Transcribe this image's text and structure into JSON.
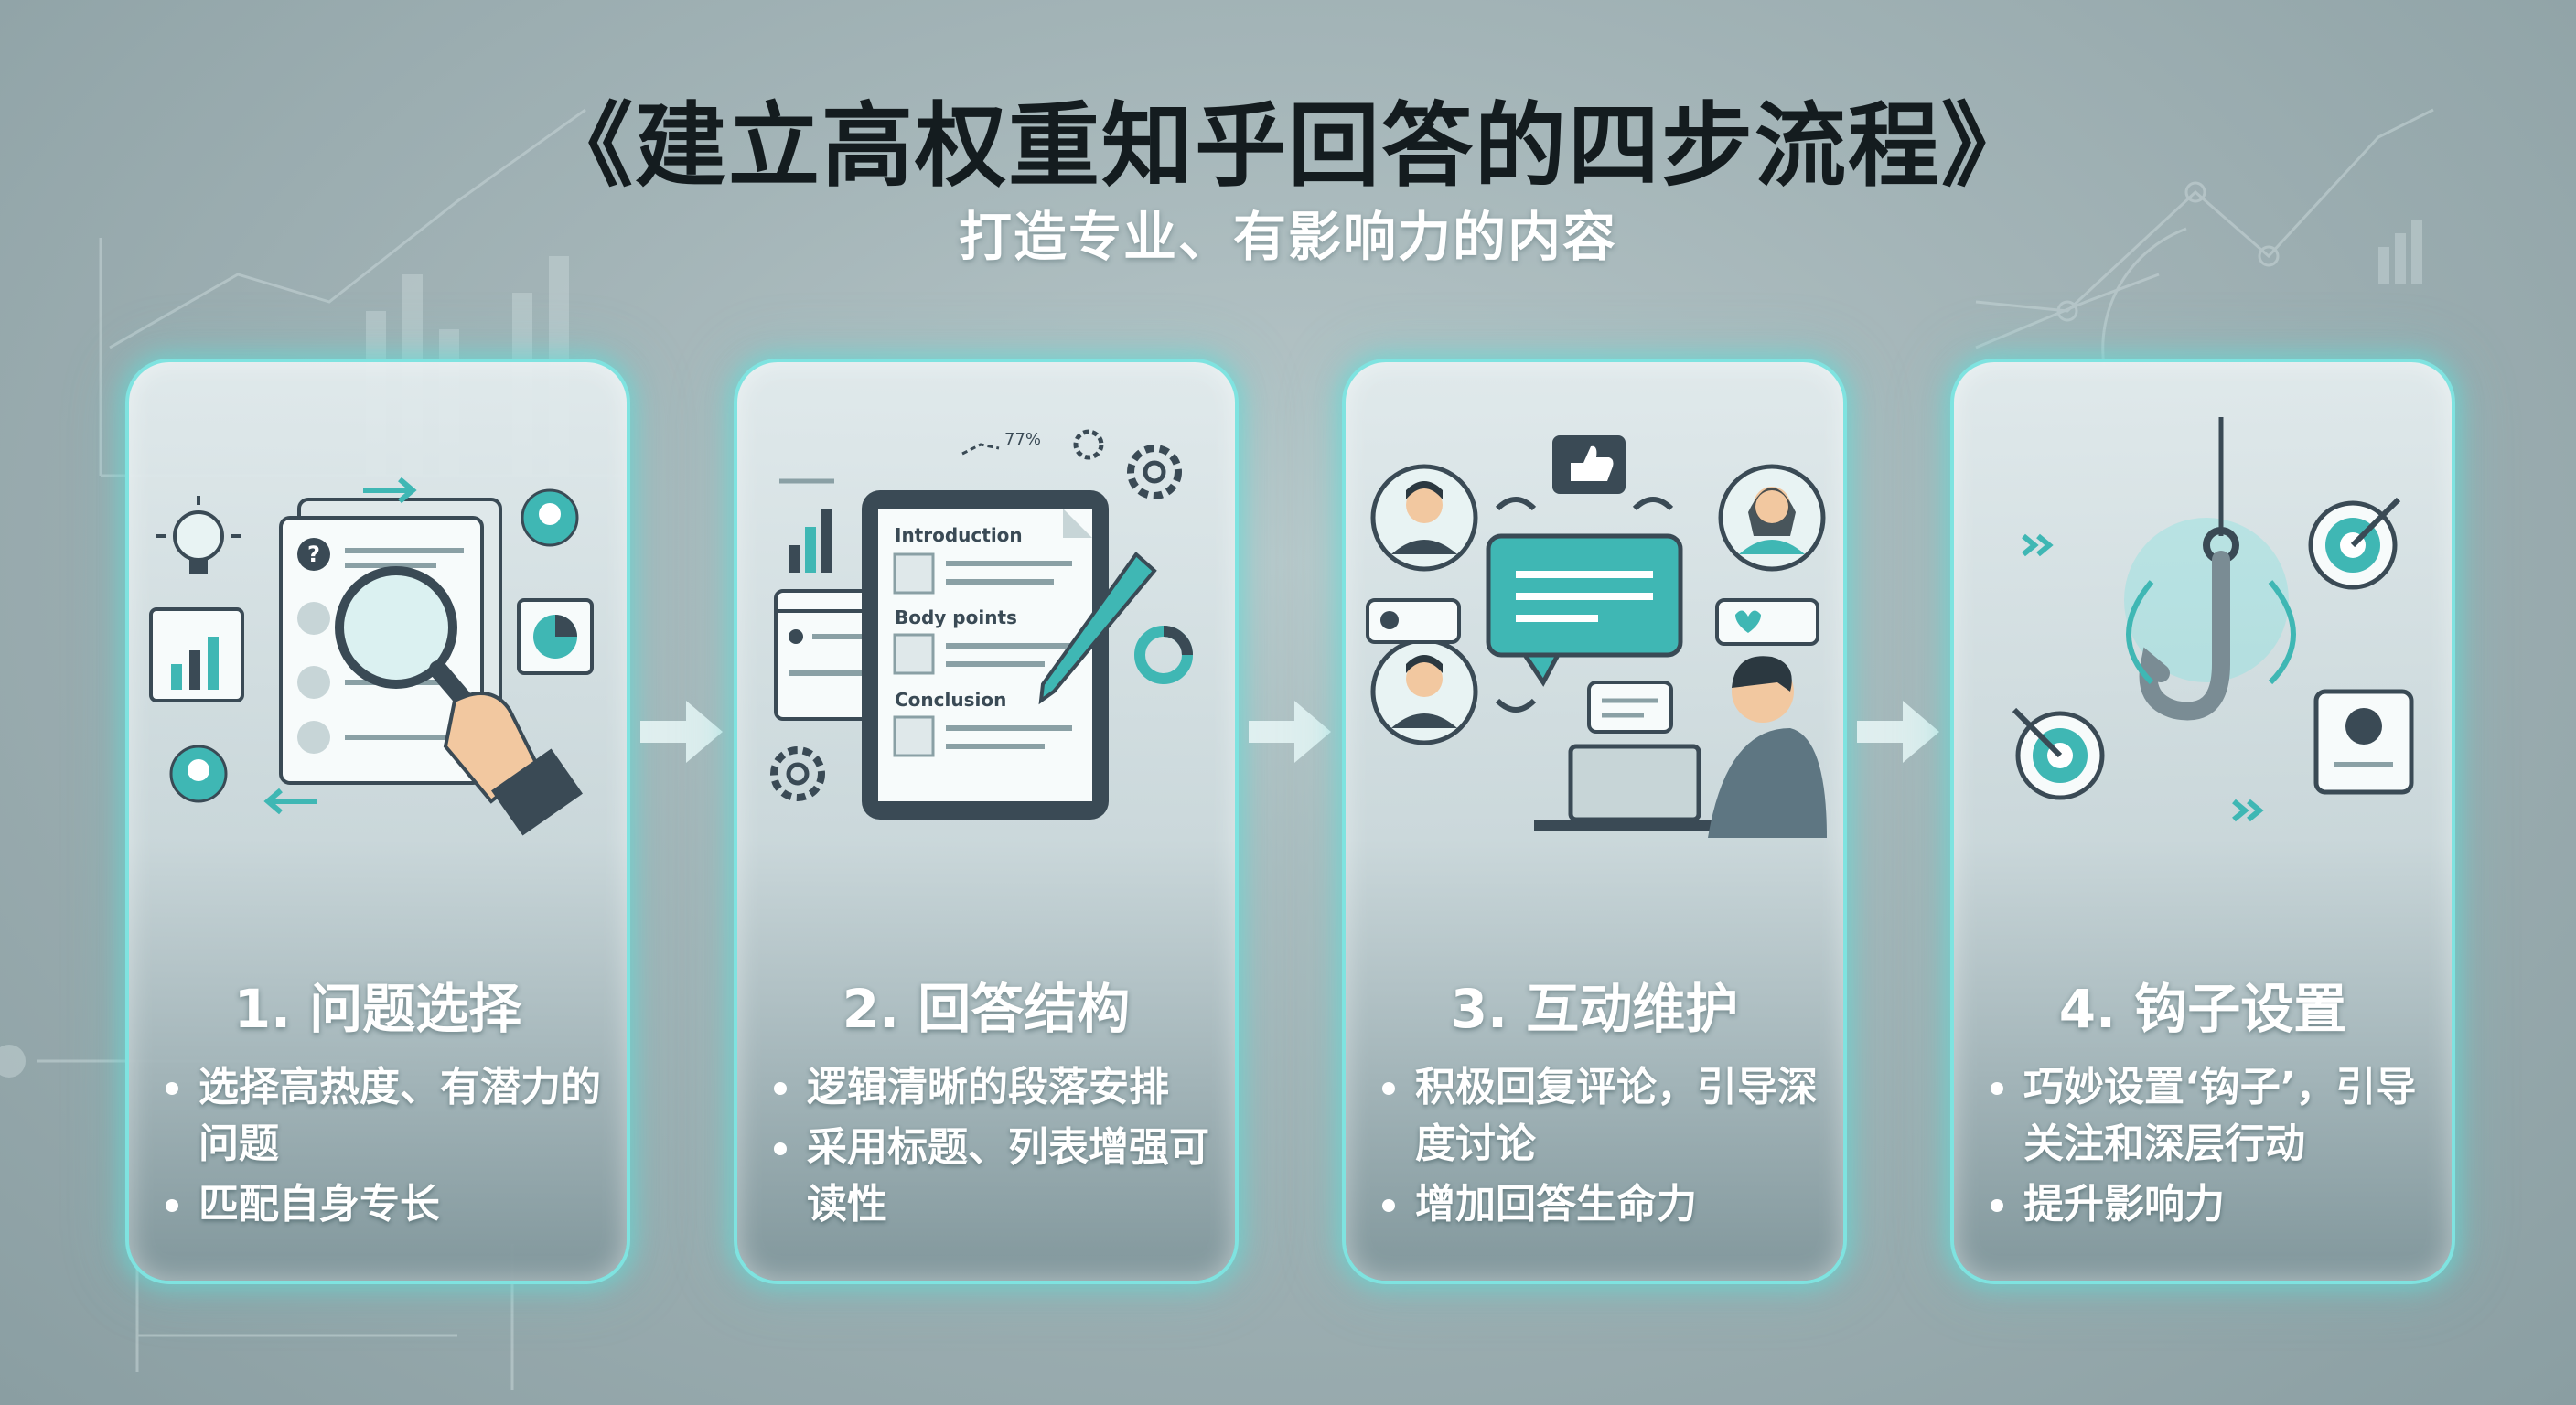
{
  "title": "《建立高权重知乎回答的四步流程》",
  "subtitle": "打造专业、有影响力的内容",
  "colors": {
    "accent": "#3fb7b4",
    "accent_glow": "#7fe3e0",
    "dark": "#3a4a55",
    "background": "#a3b4b7"
  },
  "steps": [
    {
      "title": "1. 问题选择",
      "bullets": [
        "选择高热度、有潜力的问题",
        "匹配自身专长"
      ],
      "icons": [
        "lightbulb-icon",
        "document-icon",
        "magnifier-icon",
        "bar-chart-icon",
        "pie-chart-icon",
        "hand-icon"
      ]
    },
    {
      "title": "2. 回答结构",
      "bullets": [
        "逻辑清晰的段落安排",
        "采用标题、列表增强可读性"
      ],
      "doc_labels": [
        "Introduction",
        "Body points",
        "Conclusion"
      ],
      "progress_label": "77%",
      "icons": [
        "tablet-icon",
        "pen-icon",
        "gear-icon",
        "bar-chart-icon",
        "donut-chart-icon"
      ]
    },
    {
      "title": "3. 互动维护",
      "bullets": [
        "积极回复评论，引导深度讨论",
        "增加回答生命力"
      ],
      "icons": [
        "avatar-icon",
        "thumbs-up-icon",
        "chat-bubble-icon",
        "heart-icon",
        "laptop-icon"
      ]
    },
    {
      "title": "4. 钩子设置",
      "bullets": [
        "巧妙设置‘钩子’，引导关注和深层行动",
        "提升影响力"
      ],
      "icons": [
        "fish-hook-icon",
        "target-icon",
        "profile-card-icon"
      ]
    }
  ]
}
